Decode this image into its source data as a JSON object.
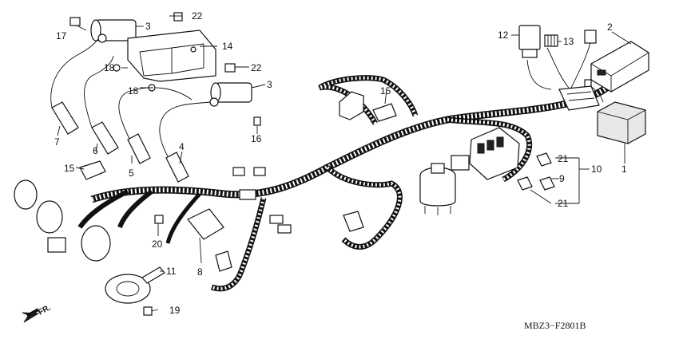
{
  "callouts": {
    "c1": "1",
    "c2": "2",
    "c3a": "3",
    "c3b": "3",
    "c4": "4",
    "c5": "5",
    "c6": "6",
    "c7": "7",
    "c8": "8",
    "c9": "9",
    "c10": "10",
    "c11": "11",
    "c12": "12",
    "c13": "13",
    "c14": "14",
    "c15a": "15",
    "c15b": "15",
    "c16": "16",
    "c17": "17",
    "c18a": "18",
    "c18b": "18",
    "c19": "19",
    "c20": "20",
    "c21a": "21",
    "c21b": "21",
    "c22a": "22",
    "c22b": "22"
  },
  "drawing_code": "MBZ3−F2801B",
  "direction_label": "FR.",
  "icons": {
    "front": "front-direction-arrow-icon"
  }
}
